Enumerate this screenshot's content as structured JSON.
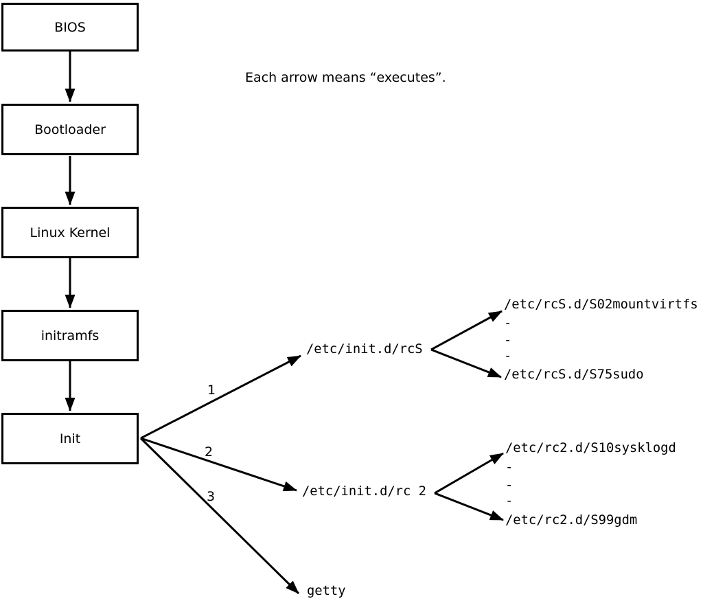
{
  "caption": "Each arrow means “executes”.",
  "colors": {
    "background": "#ffffff",
    "line": "#000000",
    "text": "#000000"
  },
  "boot_chain": [
    {
      "label": "BIOS"
    },
    {
      "label": "Bootloader"
    },
    {
      "label": "Linux Kernel"
    },
    {
      "label": "initramfs"
    },
    {
      "label": "Init"
    }
  ],
  "init_branches": [
    {
      "number": "1",
      "target": "/etc/init.d/rcS"
    },
    {
      "number": "2",
      "target": "/etc/init.d/rc 2"
    },
    {
      "number": "3",
      "target": "getty"
    }
  ],
  "rcS_scripts": {
    "first": "/etc/rcS.d/S02mountvirtfs",
    "ellipsis": [
      "-",
      "-",
      "-"
    ],
    "last": "/etc/rcS.d/S75sudo"
  },
  "rc2_scripts": {
    "first": "/etc/rc2.d/S10sysklogd",
    "ellipsis": [
      "-",
      "-",
      "-"
    ],
    "last": "/etc/rc2.d/S99gdm"
  }
}
